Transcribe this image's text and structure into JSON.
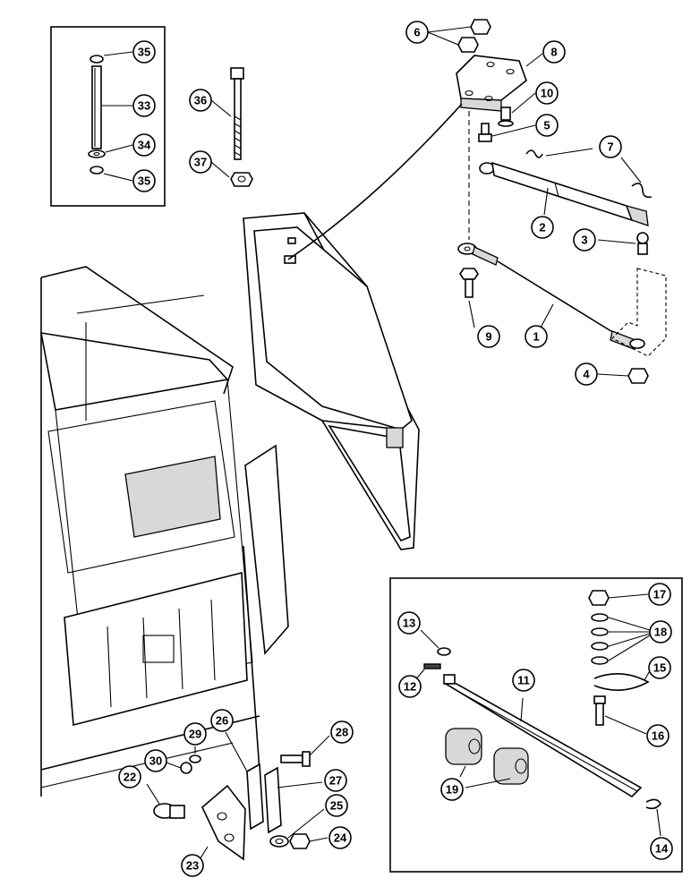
{
  "callouts": {
    "c1": "1",
    "c2": "2",
    "c3": "3",
    "c4": "4",
    "c5": "5",
    "c6": "6",
    "c7": "7",
    "c8": "8",
    "c9": "9",
    "c10": "10",
    "c11": "11",
    "c12": "12",
    "c13": "13",
    "c14": "14",
    "c15": "15",
    "c16": "16",
    "c17": "17",
    "c18": "18",
    "c19": "19",
    "c22": "22",
    "c23": "23",
    "c24": "24",
    "c25": "25",
    "c26": "26",
    "c27": "27",
    "c28": "28",
    "c29": "29",
    "c30": "30",
    "c33": "33",
    "c34": "34",
    "c35a": "35",
    "c35b": "35",
    "c36": "36",
    "c37": "37"
  }
}
